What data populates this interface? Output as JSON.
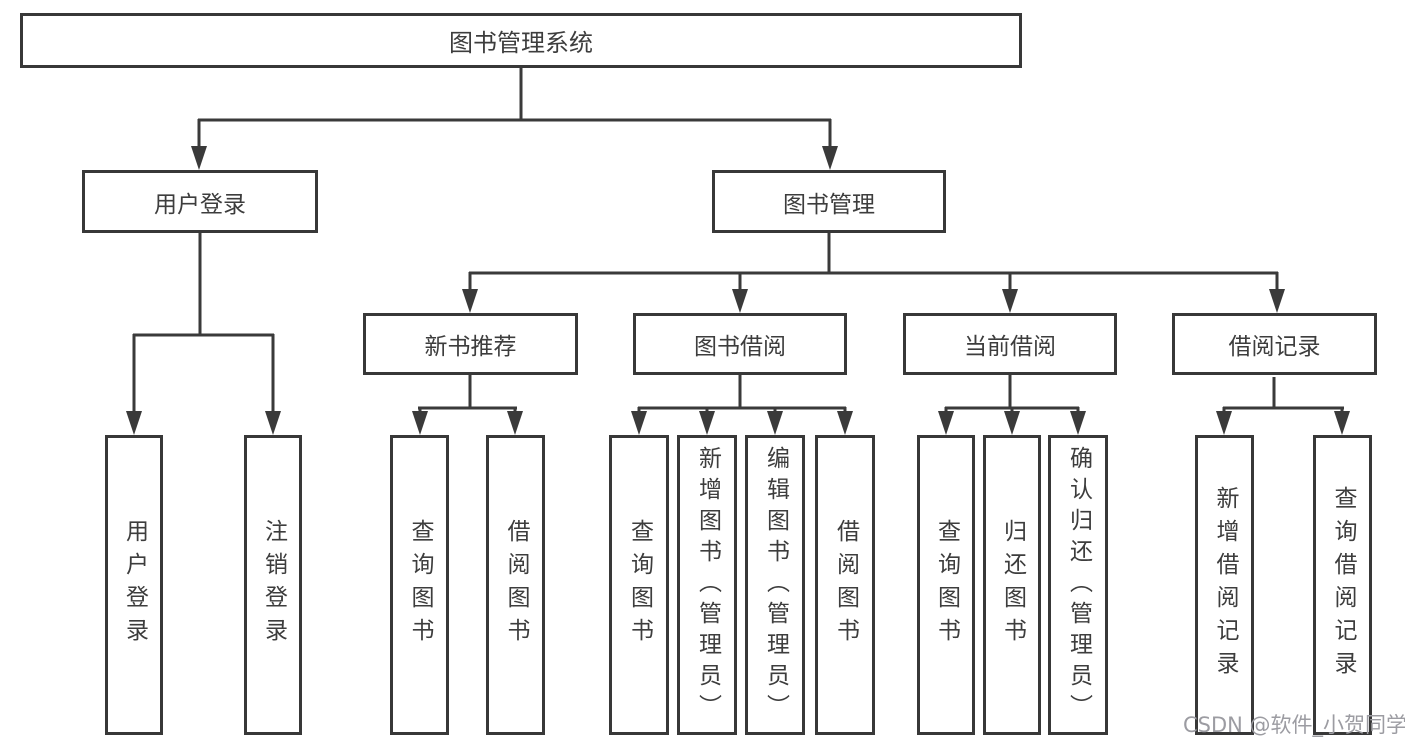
{
  "diagram": {
    "root": {
      "label": "图书管理系统"
    },
    "branches": [
      {
        "label": "用户登录",
        "children": [
          {
            "label": "用户登录"
          },
          {
            "label": "注销登录"
          }
        ]
      },
      {
        "label": "图书管理",
        "children": [
          {
            "label": "新书推荐",
            "children": [
              {
                "label": "查询图书"
              },
              {
                "label": "借阅图书"
              }
            ]
          },
          {
            "label": "图书借阅",
            "children": [
              {
                "label": "查询图书"
              },
              {
                "label": "新增图书（管理员）"
              },
              {
                "label": "编辑图书（管理员）"
              },
              {
                "label": "借阅图书"
              }
            ]
          },
          {
            "label": "当前借阅",
            "children": [
              {
                "label": "查询图书"
              },
              {
                "label": "归还图书"
              },
              {
                "label": "确认归还（管理员）"
              }
            ]
          },
          {
            "label": "借阅记录",
            "children": [
              {
                "label": "新增借阅记录"
              },
              {
                "label": "查询借阅记录"
              }
            ]
          }
        ]
      }
    ]
  },
  "watermark": {
    "text": "CSDN @软件_小贺同学"
  },
  "colors": {
    "line": "#3a3a3a",
    "text": "#3d3d3d",
    "background": "#ffffff",
    "watermark": "#9c9ca2"
  }
}
